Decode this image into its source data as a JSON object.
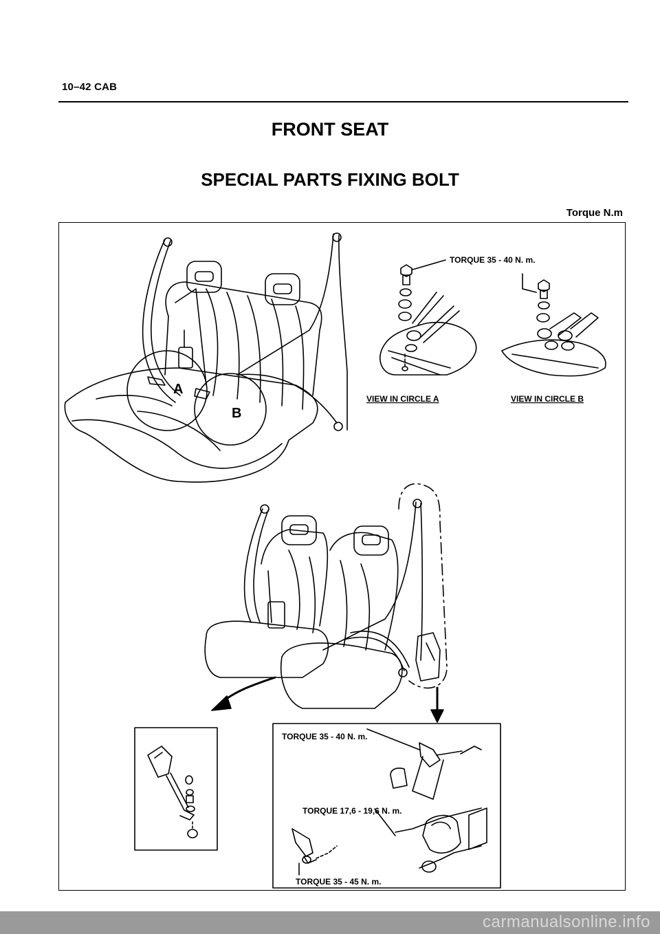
{
  "header": {
    "section": "10–42 CAB"
  },
  "title": "FRONT SEAT",
  "subtitle": "SPECIAL PARTS FIXING BOLT",
  "unit_note": "Torque N.m",
  "figure": {
    "circle_a_marker": "A",
    "circle_b_marker": "B",
    "view_a_torque": "TORQUE 35 - 40 N. m.",
    "view_a_caption": "VIEW IN CIRCLE A",
    "view_b_caption": "VIEW IN CIRCLE B",
    "retractor_torque_top": "TORQUE 35 - 40 N. m.",
    "retractor_torque_mid": "TORQUE 17,6 - 19,6 N. m.",
    "retractor_torque_bottom": "TORQUE 35 - 45 N. m."
  },
  "watermark": "carmanualsonline.info"
}
